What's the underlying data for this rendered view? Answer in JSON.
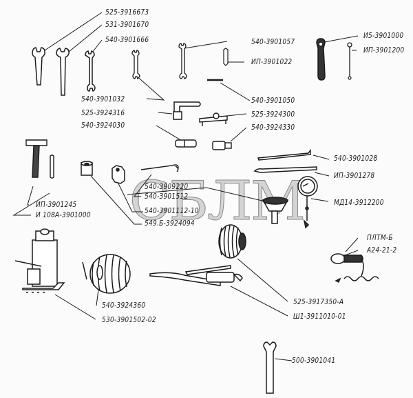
{
  "diagram": {
    "watermark": "СБЛМ",
    "tools": [
      {
        "id": "t1",
        "part_number": "525-3916673"
      },
      {
        "id": "t2",
        "part_number": "531-3901670"
      },
      {
        "id": "t3",
        "part_number": "540-3901666"
      },
      {
        "id": "t4",
        "part_number": "540-3901057"
      },
      {
        "id": "t5",
        "part_number": "ИП-3901022"
      },
      {
        "id": "t6",
        "part_number": "И5-3901000"
      },
      {
        "id": "t7",
        "part_number": "ИП-3901200"
      },
      {
        "id": "t8",
        "part_number": "540-3901032"
      },
      {
        "id": "t9",
        "part_number": "540-3901050"
      },
      {
        "id": "t10",
        "part_number": "525-3924316"
      },
      {
        "id": "t11",
        "part_number": "525-3924300"
      },
      {
        "id": "t12",
        "part_number": "540-3924030"
      },
      {
        "id": "t13",
        "part_number": "540-3924330"
      },
      {
        "id": "t14",
        "part_number": "540-3901028"
      },
      {
        "id": "t15",
        "part_number": "ИП-3901278"
      },
      {
        "id": "t16",
        "part_number": "540-3909220"
      },
      {
        "id": "t17",
        "part_number": "540-3901512"
      },
      {
        "id": "t18",
        "part_number": "540-3901112-10"
      },
      {
        "id": "t19",
        "part_number": "549.Б-3924094"
      },
      {
        "id": "t20",
        "part_number": "ИП-3901245"
      },
      {
        "id": "t21",
        "part_number": "И 108А-3901000"
      },
      {
        "id": "t22",
        "part_number": "МД14-3912200"
      },
      {
        "id": "t23",
        "part_number": "ПЛТМ-Б"
      },
      {
        "id": "t24",
        "part_number": "А24-21-2"
      },
      {
        "id": "t25",
        "part_number": "540-3924360"
      },
      {
        "id": "t26",
        "part_number": "530-3901502-02"
      },
      {
        "id": "t27",
        "part_number": "525-3917350-А"
      },
      {
        "id": "t28",
        "part_number": "Ш1-3911010-01"
      },
      {
        "id": "t29",
        "part_number": "500-3901041"
      }
    ]
  }
}
